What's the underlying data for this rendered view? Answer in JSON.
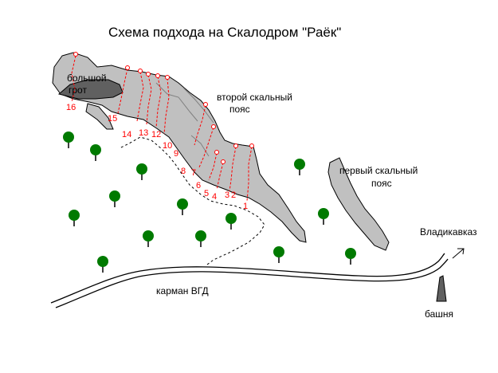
{
  "title": "Схема подхода на Скалодром \"Раёк\"",
  "labels": {
    "cave_line1": "большой",
    "cave_line2": "грот",
    "second_belt_line1": "второй скальный",
    "second_belt_line2": "пояс",
    "first_belt_line1": "первый скальный",
    "first_belt_line2": "пояс",
    "vladikavkaz": "Владикавказ",
    "pocket": "карман ВГД",
    "tower": "башня"
  },
  "route_numbers": [
    "1",
    "2",
    "3",
    "4",
    "5",
    "6",
    "7",
    "8",
    "9",
    "10",
    "12",
    "13",
    "14",
    "15",
    "16"
  ],
  "colors": {
    "rock": "#c0c0c0",
    "cave": "#606060",
    "tower": "#606060",
    "route": "#ff0000",
    "tree_crown": "#007a00",
    "tree_trunk": "#000000",
    "line": "#000000"
  },
  "icons": [
    "tree-icon",
    "arrow-northeast-icon",
    "tower-icon"
  ]
}
